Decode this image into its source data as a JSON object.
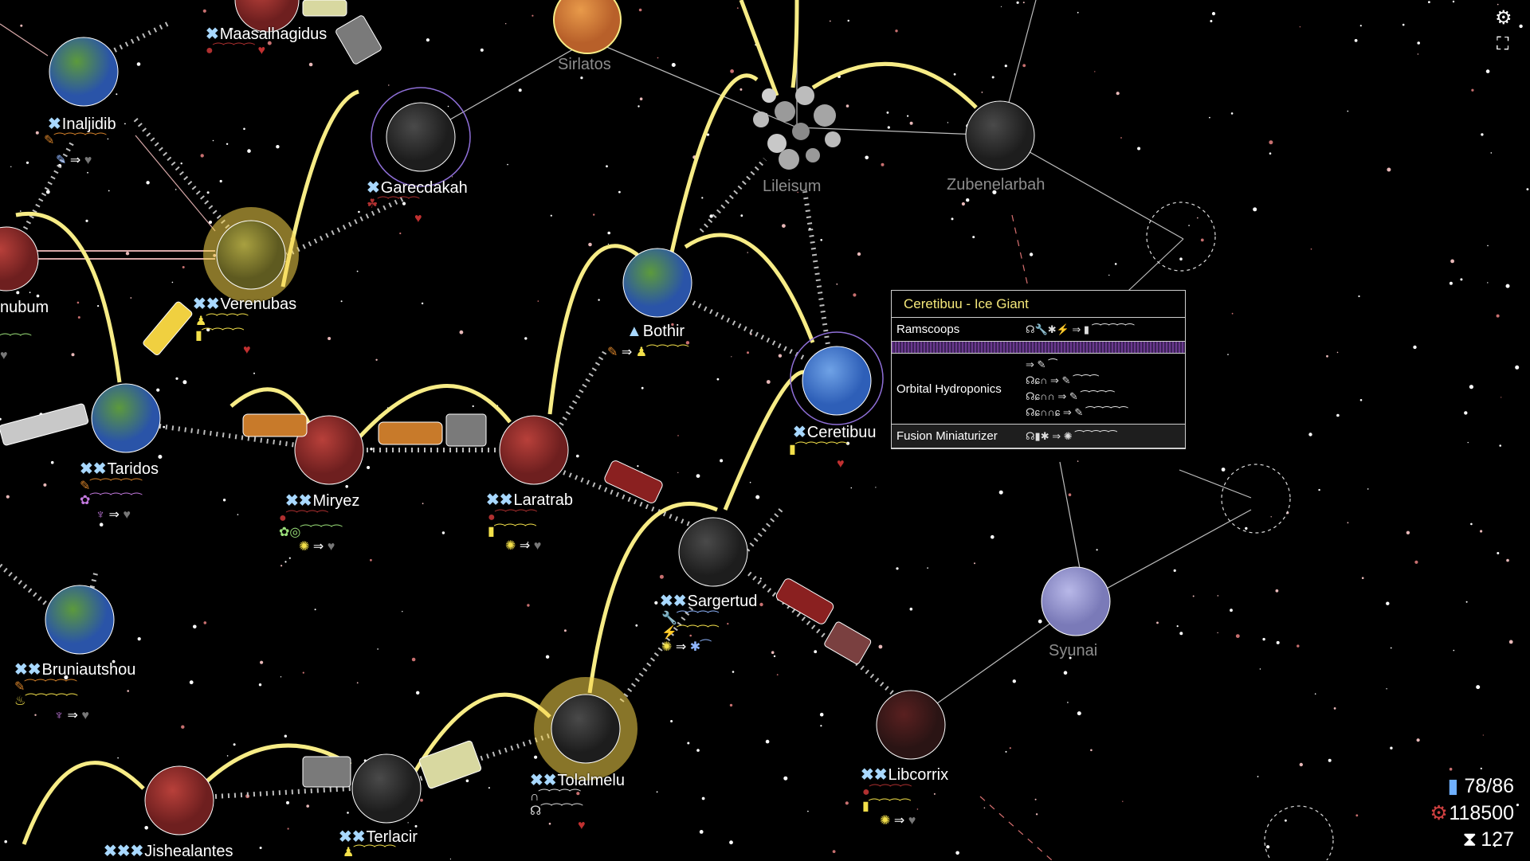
{
  "planets": [
    {
      "id": "maasalhagidus",
      "name": "Maasalhagidus",
      "prefix": "✖",
      "dim": false
    },
    {
      "id": "sirlatos",
      "name": "Sirlatos",
      "prefix": "",
      "dim": true
    },
    {
      "id": "inaljidib",
      "name": "Inaljidib",
      "prefix": "✖",
      "dim": false
    },
    {
      "id": "garecdakah",
      "name": "Garecdakah",
      "prefix": "✖",
      "dim": false
    },
    {
      "id": "lileisum",
      "name": "Lileisum",
      "prefix": "",
      "dim": true
    },
    {
      "id": "zubenelarbah",
      "name": "Zubenelarbah",
      "prefix": "",
      "dim": true
    },
    {
      "id": "nubum",
      "name": "nubum",
      "prefix": "",
      "dim": false
    },
    {
      "id": "verenubas",
      "name": "Verenubas",
      "prefix": "✖✖",
      "dim": false
    },
    {
      "id": "bothir",
      "name": "Bothir",
      "prefix": "▲",
      "dim": false
    },
    {
      "id": "ceretibuu",
      "name": "Ceretibuu",
      "prefix": "✖",
      "dim": false
    },
    {
      "id": "taridos",
      "name": "Taridos",
      "prefix": "✖✖",
      "dim": false
    },
    {
      "id": "miryez",
      "name": "Miryez",
      "prefix": "✖✖",
      "dim": false
    },
    {
      "id": "laratrab",
      "name": "Laratrab",
      "prefix": "✖✖",
      "dim": false
    },
    {
      "id": "sargertud",
      "name": "Sargertud",
      "prefix": "✖✖",
      "dim": false
    },
    {
      "id": "syunai",
      "name": "Syunai",
      "prefix": "",
      "dim": true
    },
    {
      "id": "bruniautshou",
      "name": "Bruniautshou",
      "prefix": "✖✖",
      "dim": false
    },
    {
      "id": "tolalmelu",
      "name": "Tolalmelu",
      "prefix": "✖✖",
      "dim": false
    },
    {
      "id": "libcorrix",
      "name": "Libcorrix",
      "prefix": "✖✖",
      "dim": false
    },
    {
      "id": "jishealantes",
      "name": "Jishealantes",
      "prefix": "✖✖✖",
      "dim": false
    },
    {
      "id": "terlacir",
      "name": "Terlacir",
      "prefix": "✖✖",
      "dim": false
    }
  ],
  "tooltip": {
    "title": "Ceretibuu - Ice Giant",
    "rows": [
      {
        "name": "Ramscoops",
        "value": "☊🔧✱⚡ ⇒ ▮ ⁀⁀⁀⁀⁀"
      },
      {
        "name": "Orbital Hydroponics",
        "lines": [
          "⇒ ✎ ⁀",
          "☊ɕ∩ ⇒ ✎ ⁀⁀⁀",
          "☊ɕ∩∩ ⇒ ✎ ⁀⁀⁀⁀",
          "☊ɕ∩∩ɕ ⇒ ✎ ⁀⁀⁀⁀⁀"
        ]
      },
      {
        "name": "Fusion Miniaturizer",
        "value": "☊▮✱ ⇒ ✺ ⁀⁀⁀⁀⁀"
      }
    ]
  },
  "hud": {
    "population": "78/86",
    "resources": "118500",
    "turns": "127",
    "population_icon": "battery-icon",
    "resources_icon": "gear-icon",
    "turns_icon": "hourglass-icon"
  },
  "colors": {
    "background": "#000000",
    "arc": "#f7ec86",
    "route": "#c8c8c8",
    "tooltip_title": "#f5e87a"
  }
}
